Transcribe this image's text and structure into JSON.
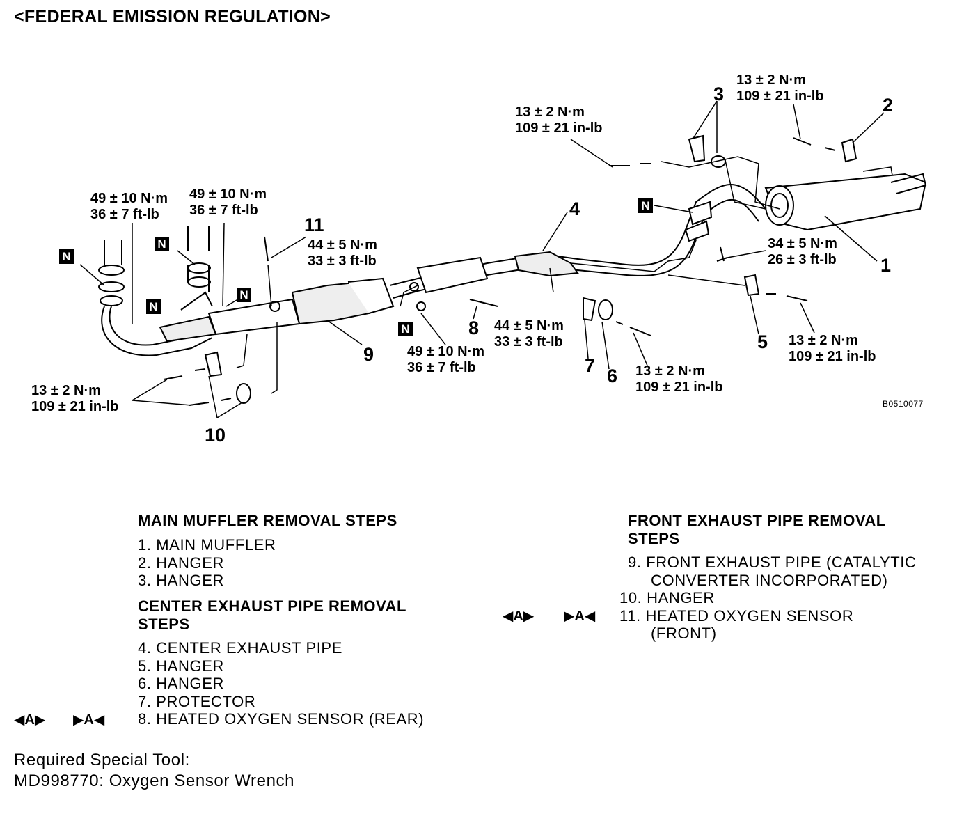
{
  "header": {
    "title": "<FEDERAL EMISSION REGULATION>"
  },
  "diagram": {
    "image_code": "B0510077",
    "torque": {
      "t1": [
        "13 ± 2 N·m",
        "109 ± 21 in-lb"
      ],
      "t2": [
        "13 ± 2 N·m",
        "109 ± 21 in-lb"
      ],
      "t3": [
        "49 ± 10 N·m",
        "36 ± 7 ft-lb"
      ],
      "t4": [
        "49 ± 10 N·m",
        "36 ± 7 ft-lb"
      ],
      "t5": [
        "44 ± 5 N·m",
        "33 ± 3 ft-lb"
      ],
      "t6": [
        "34 ± 5 N·m",
        "26 ± 3 ft-lb"
      ],
      "t7": [
        "13 ± 2 N·m",
        "109 ± 21 in-lb"
      ],
      "t8": [
        "44 ± 5 N·m",
        "33 ± 3 ft-lb"
      ],
      "t9": [
        "49 ± 10 N·m",
        "36 ± 7 ft-lb"
      ],
      "t10": [
        "13 ± 2 N·m",
        "109 ± 21 in-lb"
      ],
      "t11": [
        "13 ± 2 N·m",
        "109 ± 21 in-lb"
      ]
    },
    "callouts": {
      "c1": "1",
      "c2": "2",
      "c3": "3",
      "c4": "4",
      "c5": "5",
      "c6": "6",
      "c7": "7",
      "c8": "8",
      "c9": "9",
      "c10": "10",
      "c11": "11"
    },
    "n_tag": "N"
  },
  "steps": {
    "main_muffler": {
      "title": "MAIN MUFFLER REMOVAL STEPS",
      "items": [
        "1. MAIN MUFFLER",
        "2. HANGER",
        "3. HANGER"
      ]
    },
    "center_pipe": {
      "title": [
        "CENTER EXHAUST PIPE REMOVAL",
        "STEPS"
      ],
      "items": [
        "4. CENTER EXHAUST PIPE",
        "5. HANGER",
        "6. HANGER",
        "7. PROTECTOR",
        "8. HEATED OXYGEN SENSOR (REAR)"
      ],
      "marks": {
        "a1": "◀A▶",
        "a2": "▶A◀"
      }
    },
    "front_pipe": {
      "title": [
        "FRONT EXHAUST PIPE REMOVAL",
        "STEPS"
      ],
      "items": [
        "9. FRONT EXHAUST PIPE (CATALYTIC",
        "CONVERTER INCORPORATED)",
        "10. HANGER",
        "11. HEATED OXYGEN SENSOR",
        "(FRONT)"
      ],
      "marks": {
        "a1": "◀A▶",
        "a2": "▶A◀"
      }
    }
  },
  "tool": {
    "line1": "Required Special Tool:",
    "line2": "MD998770: Oxygen Sensor Wrench"
  }
}
